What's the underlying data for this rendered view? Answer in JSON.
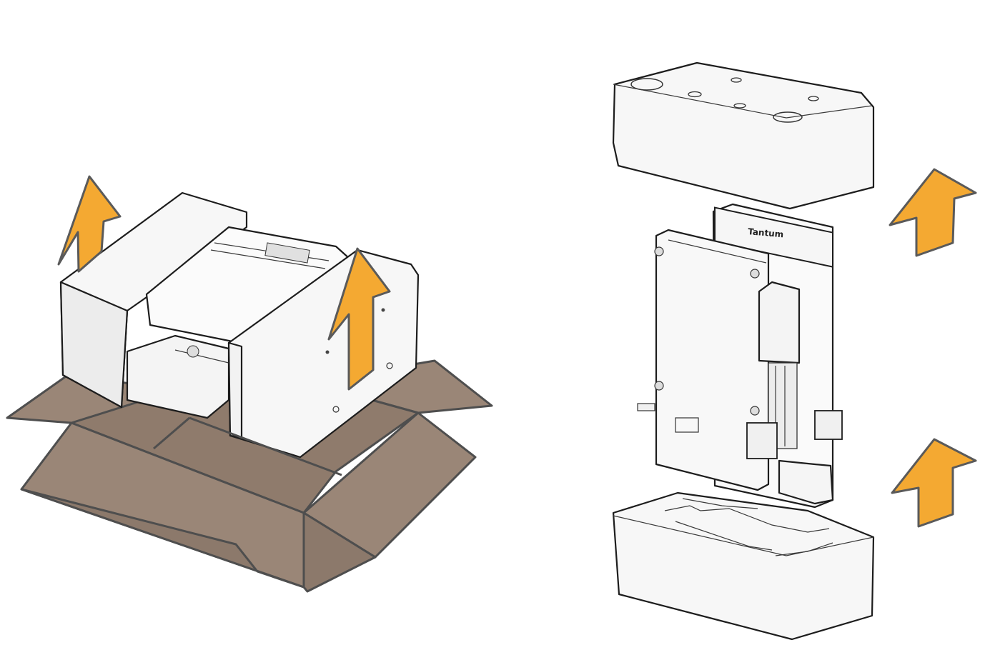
{
  "device": {
    "brand_label": "Tantum"
  },
  "colors": {
    "cardboard": "#9a8677",
    "cardboard_edge": "#4e4e4e",
    "arrow_fill": "#f4a932",
    "arrow_edge": "#5a5a5a",
    "foam": "#f7f7f7",
    "outline": "#1d1d1d"
  },
  "steps": [
    {
      "id": "lift-out-of-box",
      "icon": "lift-up-arrow-icon",
      "arrows": 2
    },
    {
      "id": "remove-foam-packaging",
      "icon": "lift-up-arrow-icon",
      "arrows": 2
    }
  ]
}
